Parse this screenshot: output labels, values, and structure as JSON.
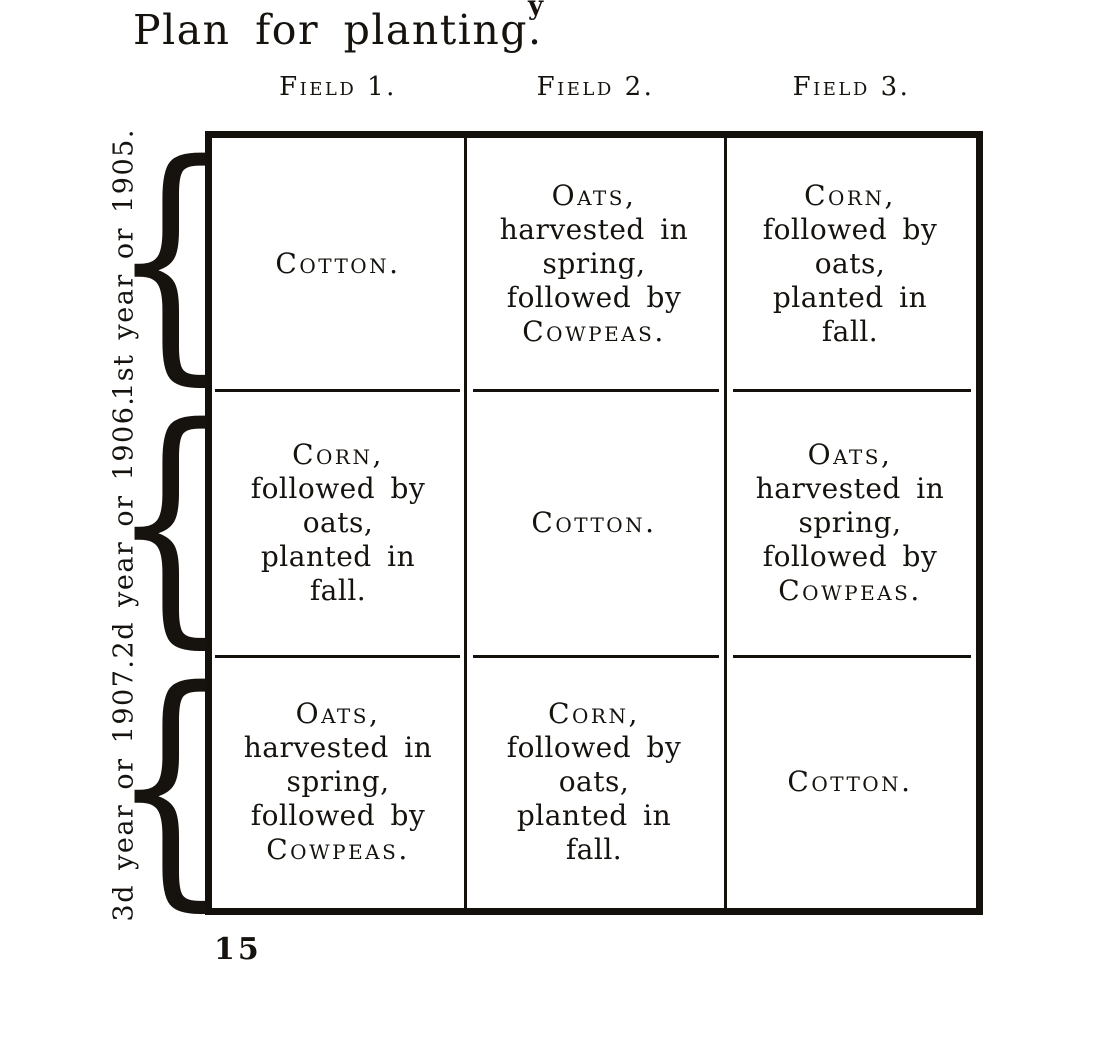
{
  "page": {
    "title": "Plan for planting.",
    "stray_mark": "y",
    "page_number": "15"
  },
  "table": {
    "column_headers": [
      "Field 1.",
      "Field 2.",
      "Field 3."
    ],
    "row_labels": [
      "1st year or 1905.",
      "2d year or 1906.",
      "3d year or 1907."
    ],
    "brace_glyph": "{",
    "ink_color": "#14110d",
    "paper_color": "#ffffff",
    "cells": [
      [
        {
          "lines": [
            {
              "t": "Cotton.",
              "sc": true
            }
          ]
        },
        {
          "lines": [
            {
              "t": "Oats,",
              "sc": true
            },
            {
              "t": "harvested in",
              "sc": false
            },
            {
              "t": "spring,",
              "sc": false
            },
            {
              "t": "followed by",
              "sc": false
            },
            {
              "t": "Cowpeas.",
              "sc": true
            }
          ]
        },
        {
          "lines": [
            {
              "t": "Corn,",
              "sc": true
            },
            {
              "t": "followed by",
              "sc": false
            },
            {
              "t": "oats,",
              "sc": false
            },
            {
              "t": "planted in",
              "sc": false
            },
            {
              "t": "fall.",
              "sc": false
            }
          ]
        }
      ],
      [
        {
          "lines": [
            {
              "t": "Corn,",
              "sc": true
            },
            {
              "t": "followed by",
              "sc": false
            },
            {
              "t": "oats,",
              "sc": false
            },
            {
              "t": "planted in",
              "sc": false
            },
            {
              "t": "fall.",
              "sc": false
            }
          ]
        },
        {
          "lines": [
            {
              "t": "Cotton.",
              "sc": true
            }
          ]
        },
        {
          "lines": [
            {
              "t": "Oats,",
              "sc": true
            },
            {
              "t": "harvested in",
              "sc": false
            },
            {
              "t": "spring,",
              "sc": false
            },
            {
              "t": "followed by",
              "sc": false
            },
            {
              "t": "Cowpeas.",
              "sc": true
            }
          ]
        }
      ],
      [
        {
          "lines": [
            {
              "t": "Oats,",
              "sc": true
            },
            {
              "t": "harvested in",
              "sc": false
            },
            {
              "t": "spring,",
              "sc": false
            },
            {
              "t": "followed by",
              "sc": false
            },
            {
              "t": "Cowpeas.",
              "sc": true
            }
          ]
        },
        {
          "lines": [
            {
              "t": "Corn,",
              "sc": true
            },
            {
              "t": "followed by",
              "sc": false
            },
            {
              "t": "oats,",
              "sc": false
            },
            {
              "t": "planted in",
              "sc": false
            },
            {
              "t": "fall.",
              "sc": false
            }
          ]
        },
        {
          "lines": [
            {
              "t": "Cotton.",
              "sc": true
            }
          ]
        }
      ]
    ]
  }
}
